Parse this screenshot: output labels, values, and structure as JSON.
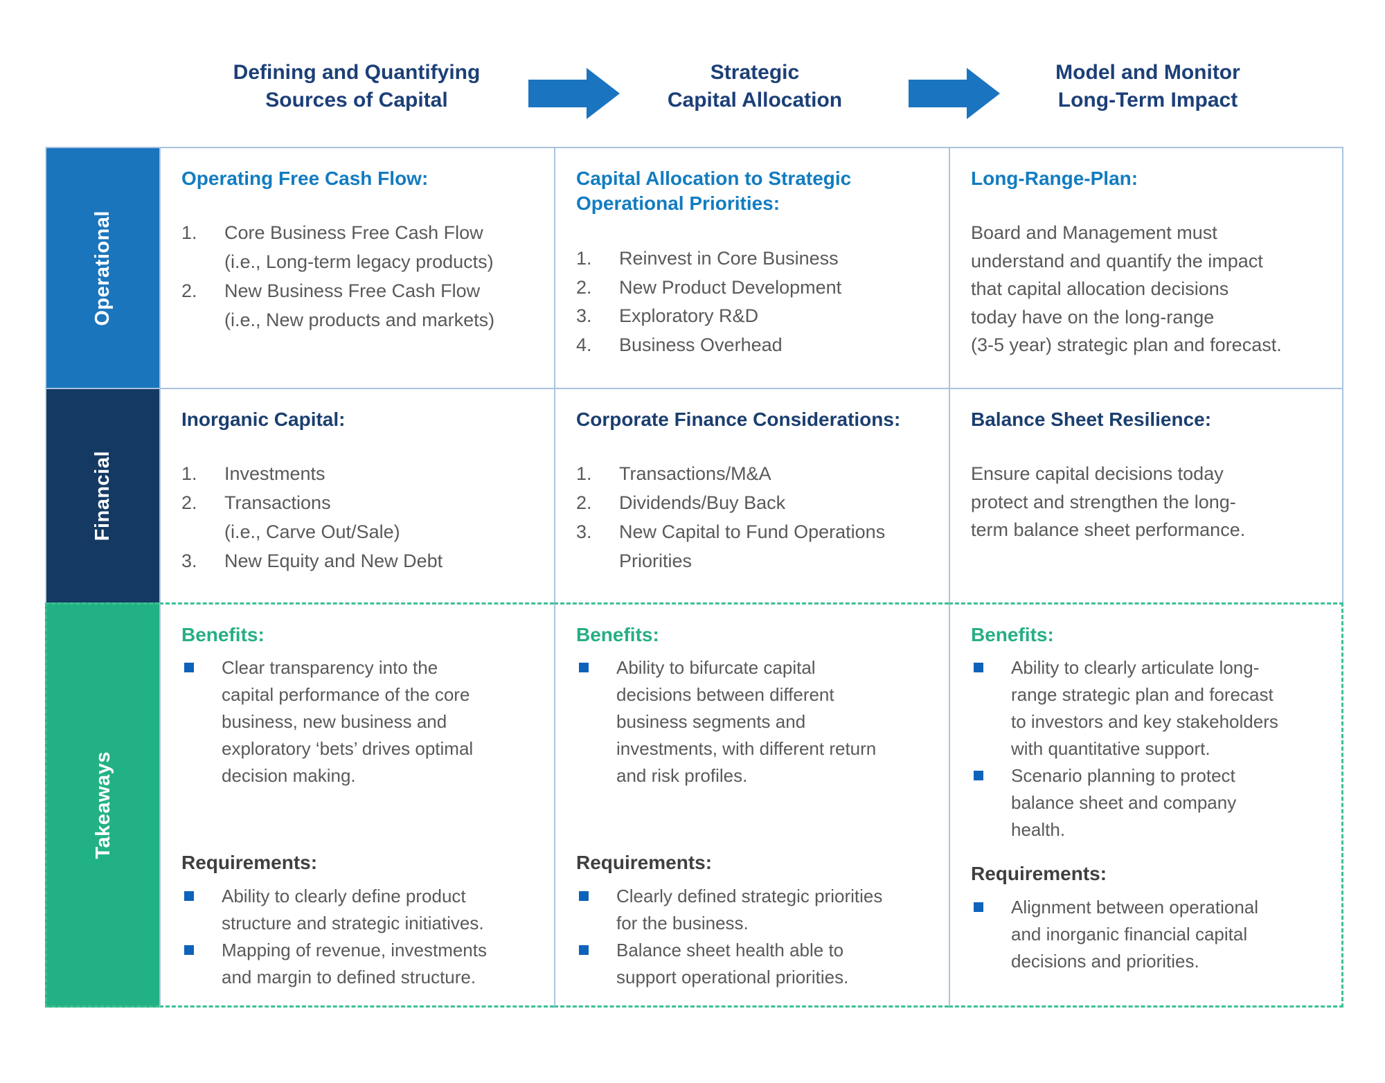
{
  "flow_header": {
    "steps": [
      {
        "line1": "Defining and Quantifying",
        "line2": "Sources of Capital"
      },
      {
        "line1": "Strategic",
        "line2": "Capital Allocation"
      },
      {
        "line1": "Model and Monitor",
        "line2": "Long-Term Impact"
      }
    ]
  },
  "colors": {
    "header_text": "#1c3f77",
    "arrow_blue": "#1b74c0",
    "operational_bg": "#1b75bc",
    "financial_bg": "#143a63",
    "takeaways_bg": "#22b185",
    "cell_heading_blue": "#127cc0",
    "cell_heading_navy": "#1b3e6f",
    "benefits_green": "#27ae85",
    "body_gray": "#595959",
    "grid_line": "#a9c3e0",
    "dashed_green": "#3cc093",
    "bullet_blue": "#0f62ba"
  },
  "rows": [
    {
      "label": "Operational",
      "cells": [
        {
          "heading": "Operating Free Cash Flow:",
          "items": [
            {
              "n": "1.",
              "text": "Core Business Free Cash Flow\n(i.e., Long-term legacy products)"
            },
            {
              "n": "2.",
              "text": "New Business Free Cash Flow\n(i.e., New products and markets)"
            }
          ]
        },
        {
          "heading": "Capital Allocation to Strategic\nOperational Priorities:",
          "items": [
            {
              "n": "1.",
              "text": "Reinvest in Core Business"
            },
            {
              "n": "2.",
              "text": "New Product Development"
            },
            {
              "n": "3.",
              "text": "Exploratory R&D"
            },
            {
              "n": "4.",
              "text": "Business Overhead"
            }
          ]
        },
        {
          "heading": "Long-Range-Plan:",
          "paragraph": "Board and Management must\nunderstand and quantify the impact\nthat capital allocation decisions\ntoday have on the long-range\n(3-5 year) strategic plan and forecast."
        }
      ]
    },
    {
      "label": "Financial",
      "cells": [
        {
          "heading": "Inorganic Capital:",
          "items": [
            {
              "n": "1.",
              "text": "Investments"
            },
            {
              "n": "2.",
              "text": "Transactions\n(i.e., Carve Out/Sale)"
            },
            {
              "n": "3.",
              "text": "New Equity and New Debt"
            }
          ]
        },
        {
          "heading": "Corporate Finance Considerations:",
          "items": [
            {
              "n": "1.",
              "text": "Transactions/M&A"
            },
            {
              "n": "2.",
              "text": "Dividends/Buy Back"
            },
            {
              "n": "3.",
              "text": "New Capital to Fund Operations\nPriorities"
            }
          ]
        },
        {
          "heading": "Balance Sheet Resilience:",
          "paragraph": "Ensure capital decisions today\nprotect and strengthen the long-\nterm balance sheet performance."
        }
      ]
    },
    {
      "label": "Takeaways",
      "cells": [
        {
          "benefits_label": "Benefits:",
          "benefits": [
            {
              "text": "Clear transparency into the\ncapital performance of the core\nbusiness, new business and\nexploratory ‘bets’ drives  optimal\ndecision making."
            }
          ],
          "requirements_label": "Requirements:",
          "requirements": [
            {
              "text": "Ability to clearly define product\nstructure and strategic initiatives."
            },
            {
              "text": "Mapping of revenue, investments\nand margin to defined structure."
            }
          ]
        },
        {
          "benefits_label": "Benefits:",
          "benefits": [
            {
              "text": "Ability to bifurcate capital\ndecisions between different\nbusiness segments and\ninvestments, with different return\nand risk profiles."
            }
          ],
          "requirements_label": "Requirements:",
          "requirements": [
            {
              "text": "Clearly defined strategic priorities\nfor the business."
            },
            {
              "text": "Balance sheet health able to\nsupport operational priorities."
            }
          ]
        },
        {
          "benefits_label": "Benefits:",
          "benefits": [
            {
              "text": "Ability to clearly articulate long-\nrange strategic plan and forecast\nto investors and key stakeholders\nwith quantitative support."
            },
            {
              "text": "Scenario planning to protect\nbalance sheet and company\nhealth."
            }
          ],
          "requirements_label": "Requirements:",
          "requirements": [
            {
              "text": "Alignment between operational\nand inorganic financial capital\ndecisions and priorities."
            }
          ]
        }
      ]
    }
  ]
}
